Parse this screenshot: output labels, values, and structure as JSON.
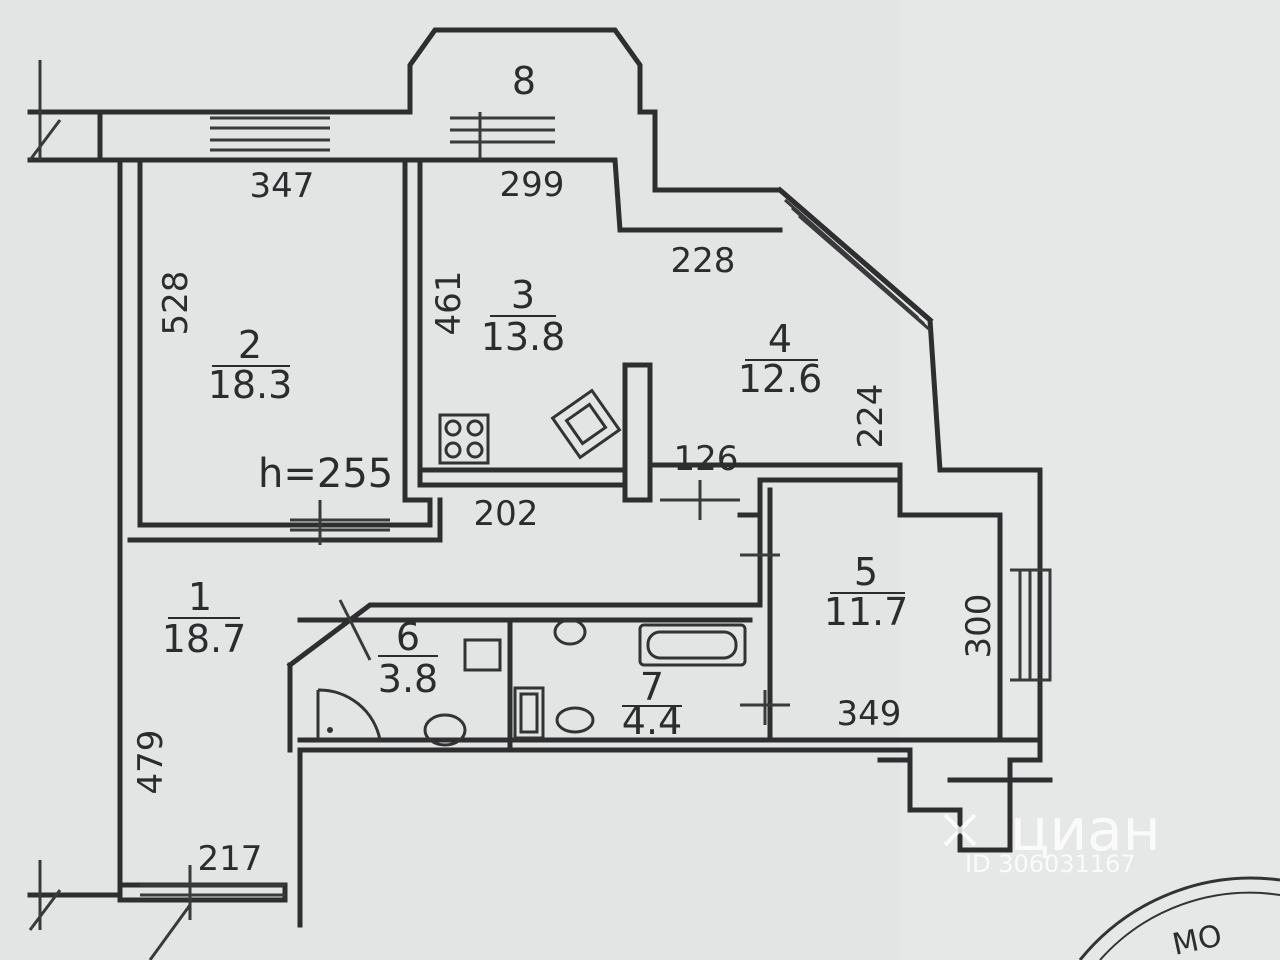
{
  "rooms": [
    {
      "number": "1",
      "area": "18.7"
    },
    {
      "number": "2",
      "area": "18.3"
    },
    {
      "number": "3",
      "area": "13.8"
    },
    {
      "number": "4",
      "area": "12.6"
    },
    {
      "number": "5",
      "area": "11.7"
    },
    {
      "number": "6",
      "area": "3.8"
    },
    {
      "number": "7",
      "area": "4.4"
    },
    {
      "number": "8",
      "area": ""
    }
  ],
  "dimensions": {
    "room2_width": "347",
    "room3_width": "299",
    "room2_length": "528",
    "room3_length": "461",
    "room4_width": "228",
    "room4_side": "224",
    "corridor_width": "202",
    "passage_width": "126",
    "room5_length": "300",
    "room5_width": "349",
    "room1_length": "479",
    "room1_width": "217"
  },
  "ceiling_height": "h=255",
  "watermark": {
    "brand": "циан",
    "id": "ID 306031167",
    "corner_text": "МО"
  }
}
